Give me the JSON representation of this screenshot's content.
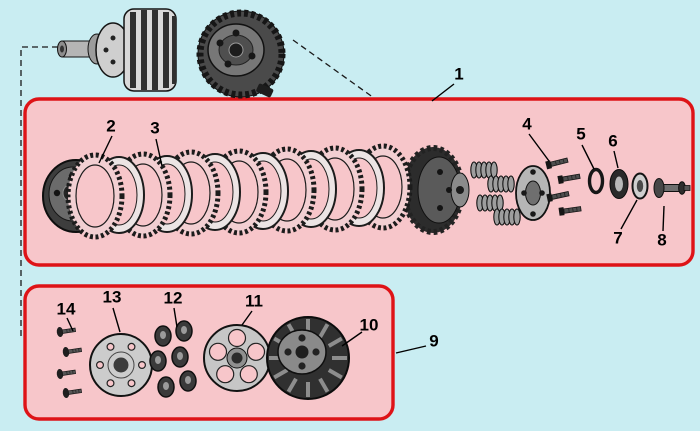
{
  "colors": {
    "background": "#c9edf2",
    "panel_fill": "#f7c6ca",
    "panel_border": "#de1317"
  },
  "callouts": {
    "n1": "1",
    "n2": "2",
    "n3": "3",
    "n4": "4",
    "n5": "5",
    "n6": "6",
    "n7": "7",
    "n8": "8",
    "n9": "9",
    "n10": "10",
    "n11": "11",
    "n12": "12",
    "n13": "13",
    "n14": "14"
  }
}
